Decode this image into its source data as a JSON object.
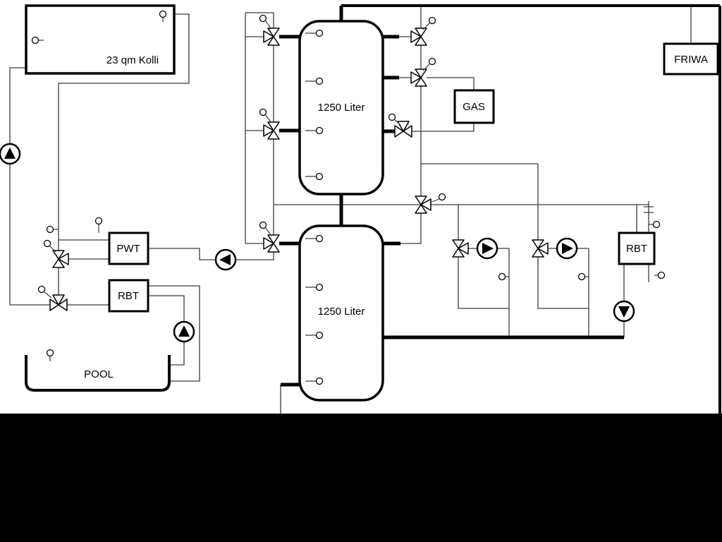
{
  "diagram": {
    "type": "hydraulic-heating-scheme",
    "labels": {
      "collector": "23 qm Kolli",
      "buffer_tank_top": "1250 Liter",
      "buffer_tank_bottom": "1250 Liter",
      "pwt": "PWT",
      "rbt_left": "RBT",
      "rbt_right": "RBT",
      "gas": "GAS",
      "friwa": "FRIWA",
      "pool": "POOL"
    },
    "colors": {
      "line": "#3c3c3c",
      "outline": "#000000",
      "fill": "#ffffff",
      "mask": "#000000"
    }
  }
}
